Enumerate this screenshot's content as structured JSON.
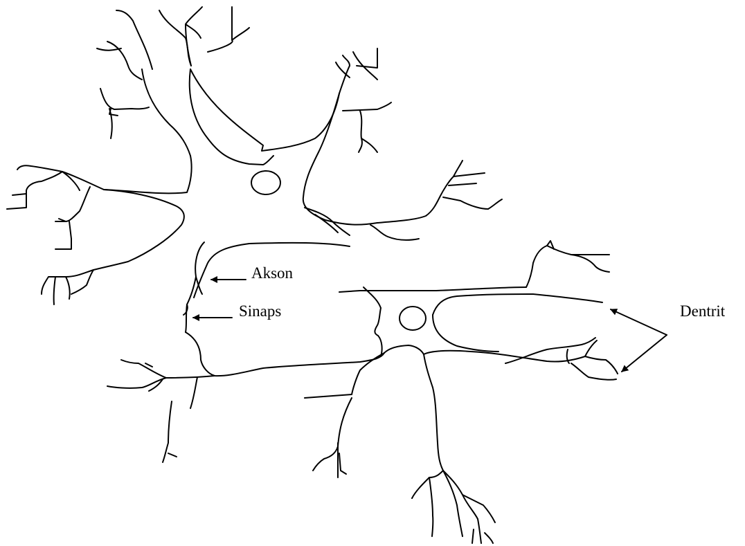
{
  "labels": {
    "akson": "Akson",
    "sinaps": "Sinaps",
    "dentrit": "Dentrit"
  },
  "colors": {
    "stroke": "#000000",
    "background": "#ffffff"
  }
}
